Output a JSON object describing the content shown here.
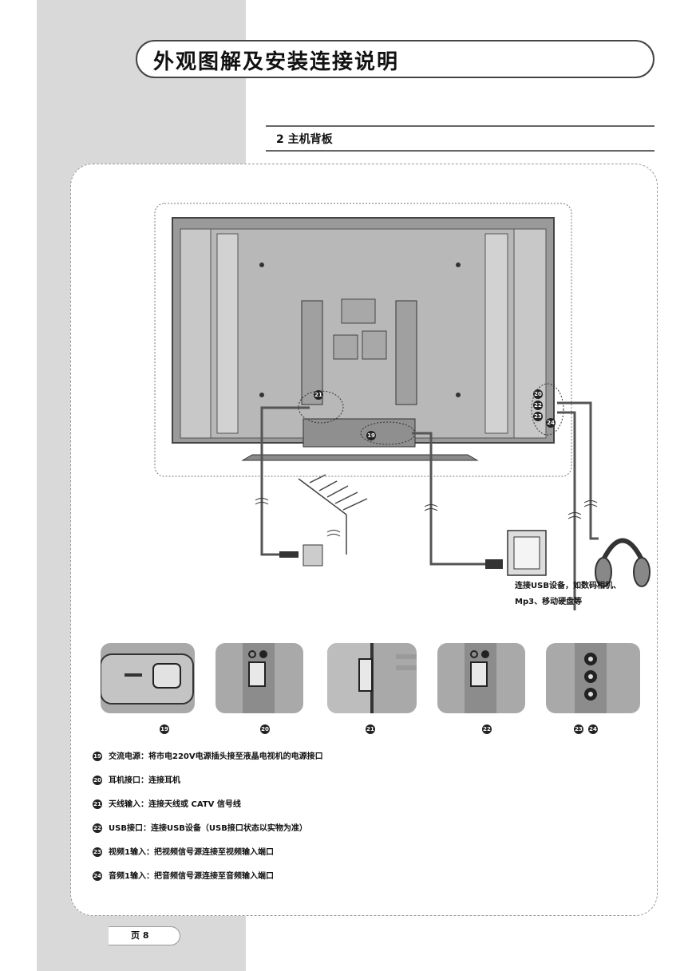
{
  "header": {
    "title": "外观图解及安装连接说明"
  },
  "section": {
    "heading": "2  主机背板"
  },
  "diagram": {
    "usb_caption_line1": "连接USB设备，如数码相机、",
    "usb_caption_line2": "Mp3、移动硬盘等",
    "thumb_numbers": [
      "19",
      "20",
      "21",
      "22",
      "23",
      "24"
    ],
    "callouts": [
      "19",
      "20",
      "21",
      "22",
      "23",
      "24"
    ]
  },
  "legend": [
    {
      "num": "19",
      "text": "交流电源：将市电220V电源插头接至液晶电视机的电源接口"
    },
    {
      "num": "20",
      "text": "耳机接口：连接耳机"
    },
    {
      "num": "21",
      "text": "天线输入：连接天线或 CATV 信号线"
    },
    {
      "num": "22",
      "text": "USB接口：连接USB设备（USB接口状态以实物为准）"
    },
    {
      "num": "23",
      "text": "视频1输入：把视频信号源连接至视频输入端口"
    },
    {
      "num": "24",
      "text": "音频1输入：把音频信号源连接至音频输入端口"
    }
  ],
  "footer": {
    "page_label": "页 8"
  }
}
